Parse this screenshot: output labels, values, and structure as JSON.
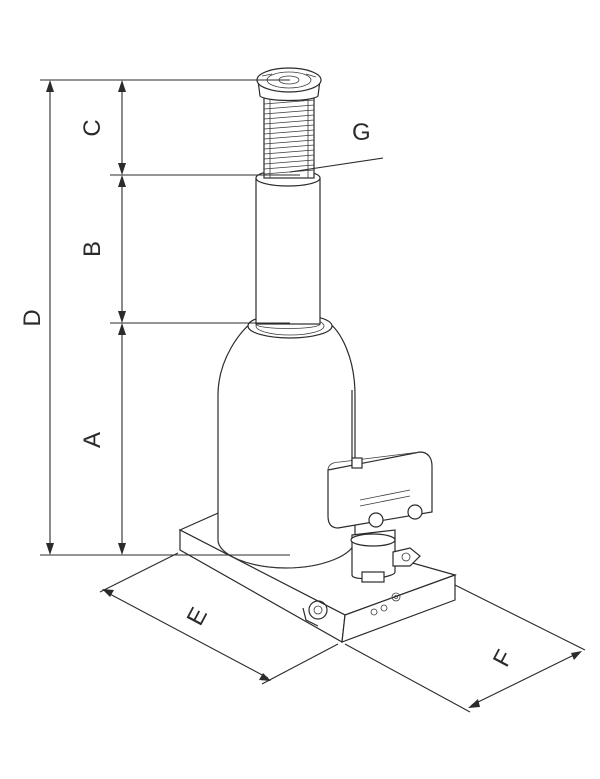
{
  "labels": {
    "A": "A",
    "B": "B",
    "C": "C",
    "D": "D",
    "E": "E",
    "F": "F",
    "G": "G"
  },
  "icons": [
    "bottle-jack-drawing"
  ],
  "colors": {
    "line": "#2b2b2b",
    "background": "#ffffff"
  }
}
